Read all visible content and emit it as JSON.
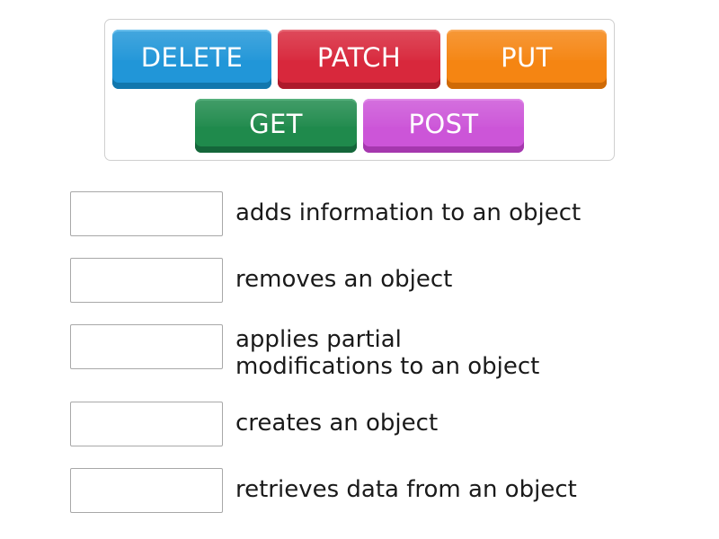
{
  "activity": {
    "type": "match-up",
    "tile_bank": {
      "name": "answer-tiles",
      "rows": [
        [
          {
            "label": "DELETE",
            "color": "#2196d8",
            "name": "tile-delete"
          },
          {
            "label": "PATCH",
            "color": "#d8283c",
            "name": "tile-patch"
          },
          {
            "label": "PUT",
            "color": "#f58512",
            "name": "tile-put"
          }
        ],
        [
          {
            "label": "GET",
            "color": "#1f8a4c",
            "name": "tile-get"
          },
          {
            "label": "POST",
            "color": "#cc55d8",
            "name": "tile-post"
          }
        ]
      ]
    },
    "prompts": [
      {
        "text": "adds information to an object",
        "lines": 1
      },
      {
        "text": "removes an object",
        "lines": 1
      },
      {
        "text": "applies partial\nmodifications to an object",
        "lines": 2
      },
      {
        "text": "creates an object",
        "lines": 1
      },
      {
        "text": "retrieves data from an object",
        "lines": 1
      }
    ]
  }
}
